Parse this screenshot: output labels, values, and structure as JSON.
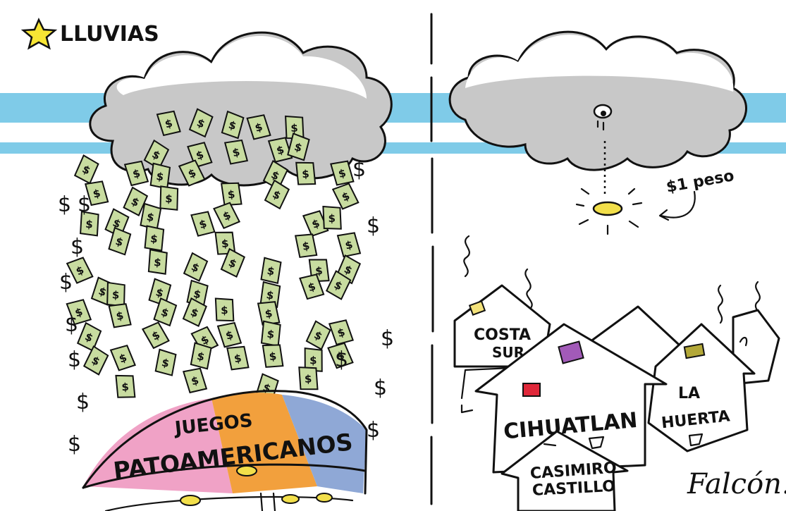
{
  "title": "LLUVIAS",
  "arena_label_top": "JUEGOS",
  "arena_label_bottom": "PATOAMERICANOS",
  "coin_label": "$1 peso",
  "towns": {
    "costa_sur_1": "COSTA",
    "costa_sur_2": "SUR",
    "cihuatlan": "CIHUATLAN",
    "la_huerta_1": "LA",
    "la_huerta_2": "HUERTA",
    "casimiro_1": "CASIMIRO",
    "casimiro_2": "CASTILLO"
  },
  "signature": "Falcón.",
  "bill_symbol": "$",
  "colors": {
    "sky_stripe": "#7fcbe8",
    "cloud": "#c8c8c8",
    "bill": "#c8dca0",
    "arena_pink": "#f0a2c6",
    "arena_orange": "#f2a03d",
    "arena_blue": "#8fa8d6",
    "coin": "#f2df4a",
    "star": "#f7e534",
    "roof_yellow": "#f3e27a",
    "roof_purple": "#a25ab8",
    "roof_red": "#e0283a",
    "roof_olive": "#b3a838"
  },
  "icons": [
    "star-icon",
    "cloud-icon",
    "eye-icon",
    "coin-icon",
    "arrow-icon",
    "smoke-icon"
  ]
}
